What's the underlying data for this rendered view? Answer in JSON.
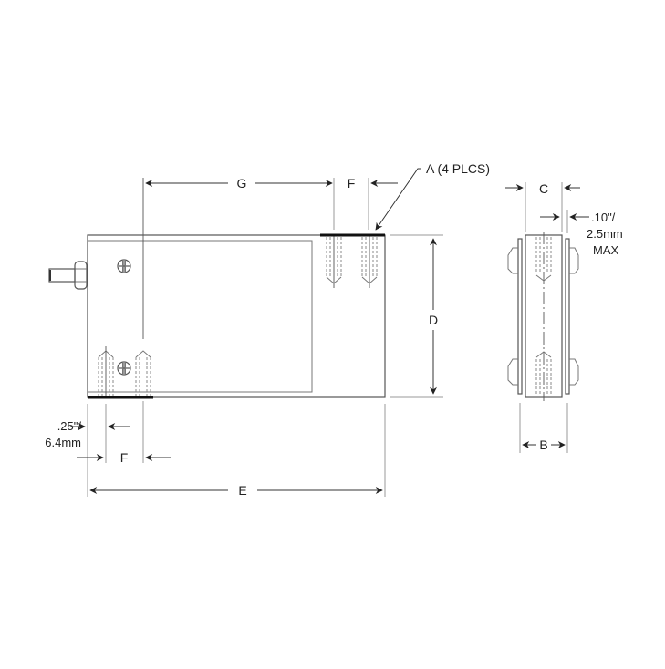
{
  "diagram": {
    "title": "Load cell dimensional drawing",
    "labels": {
      "G": "G",
      "F_top": "F",
      "A": "A (4 PLCS)",
      "C": "C",
      "tolerance_line1": ".10\"/",
      "tolerance_line2": "2.5mm",
      "tolerance_line3": "MAX",
      "D": "D",
      "offset_line1": ".25\"/",
      "offset_line2": "6.4mm",
      "F_bottom": "F",
      "E": "E",
      "B": "B"
    },
    "colors": {
      "line": "#555555",
      "text": "#222222",
      "mounting_surface": "#111111",
      "background": "#ffffff"
    }
  }
}
